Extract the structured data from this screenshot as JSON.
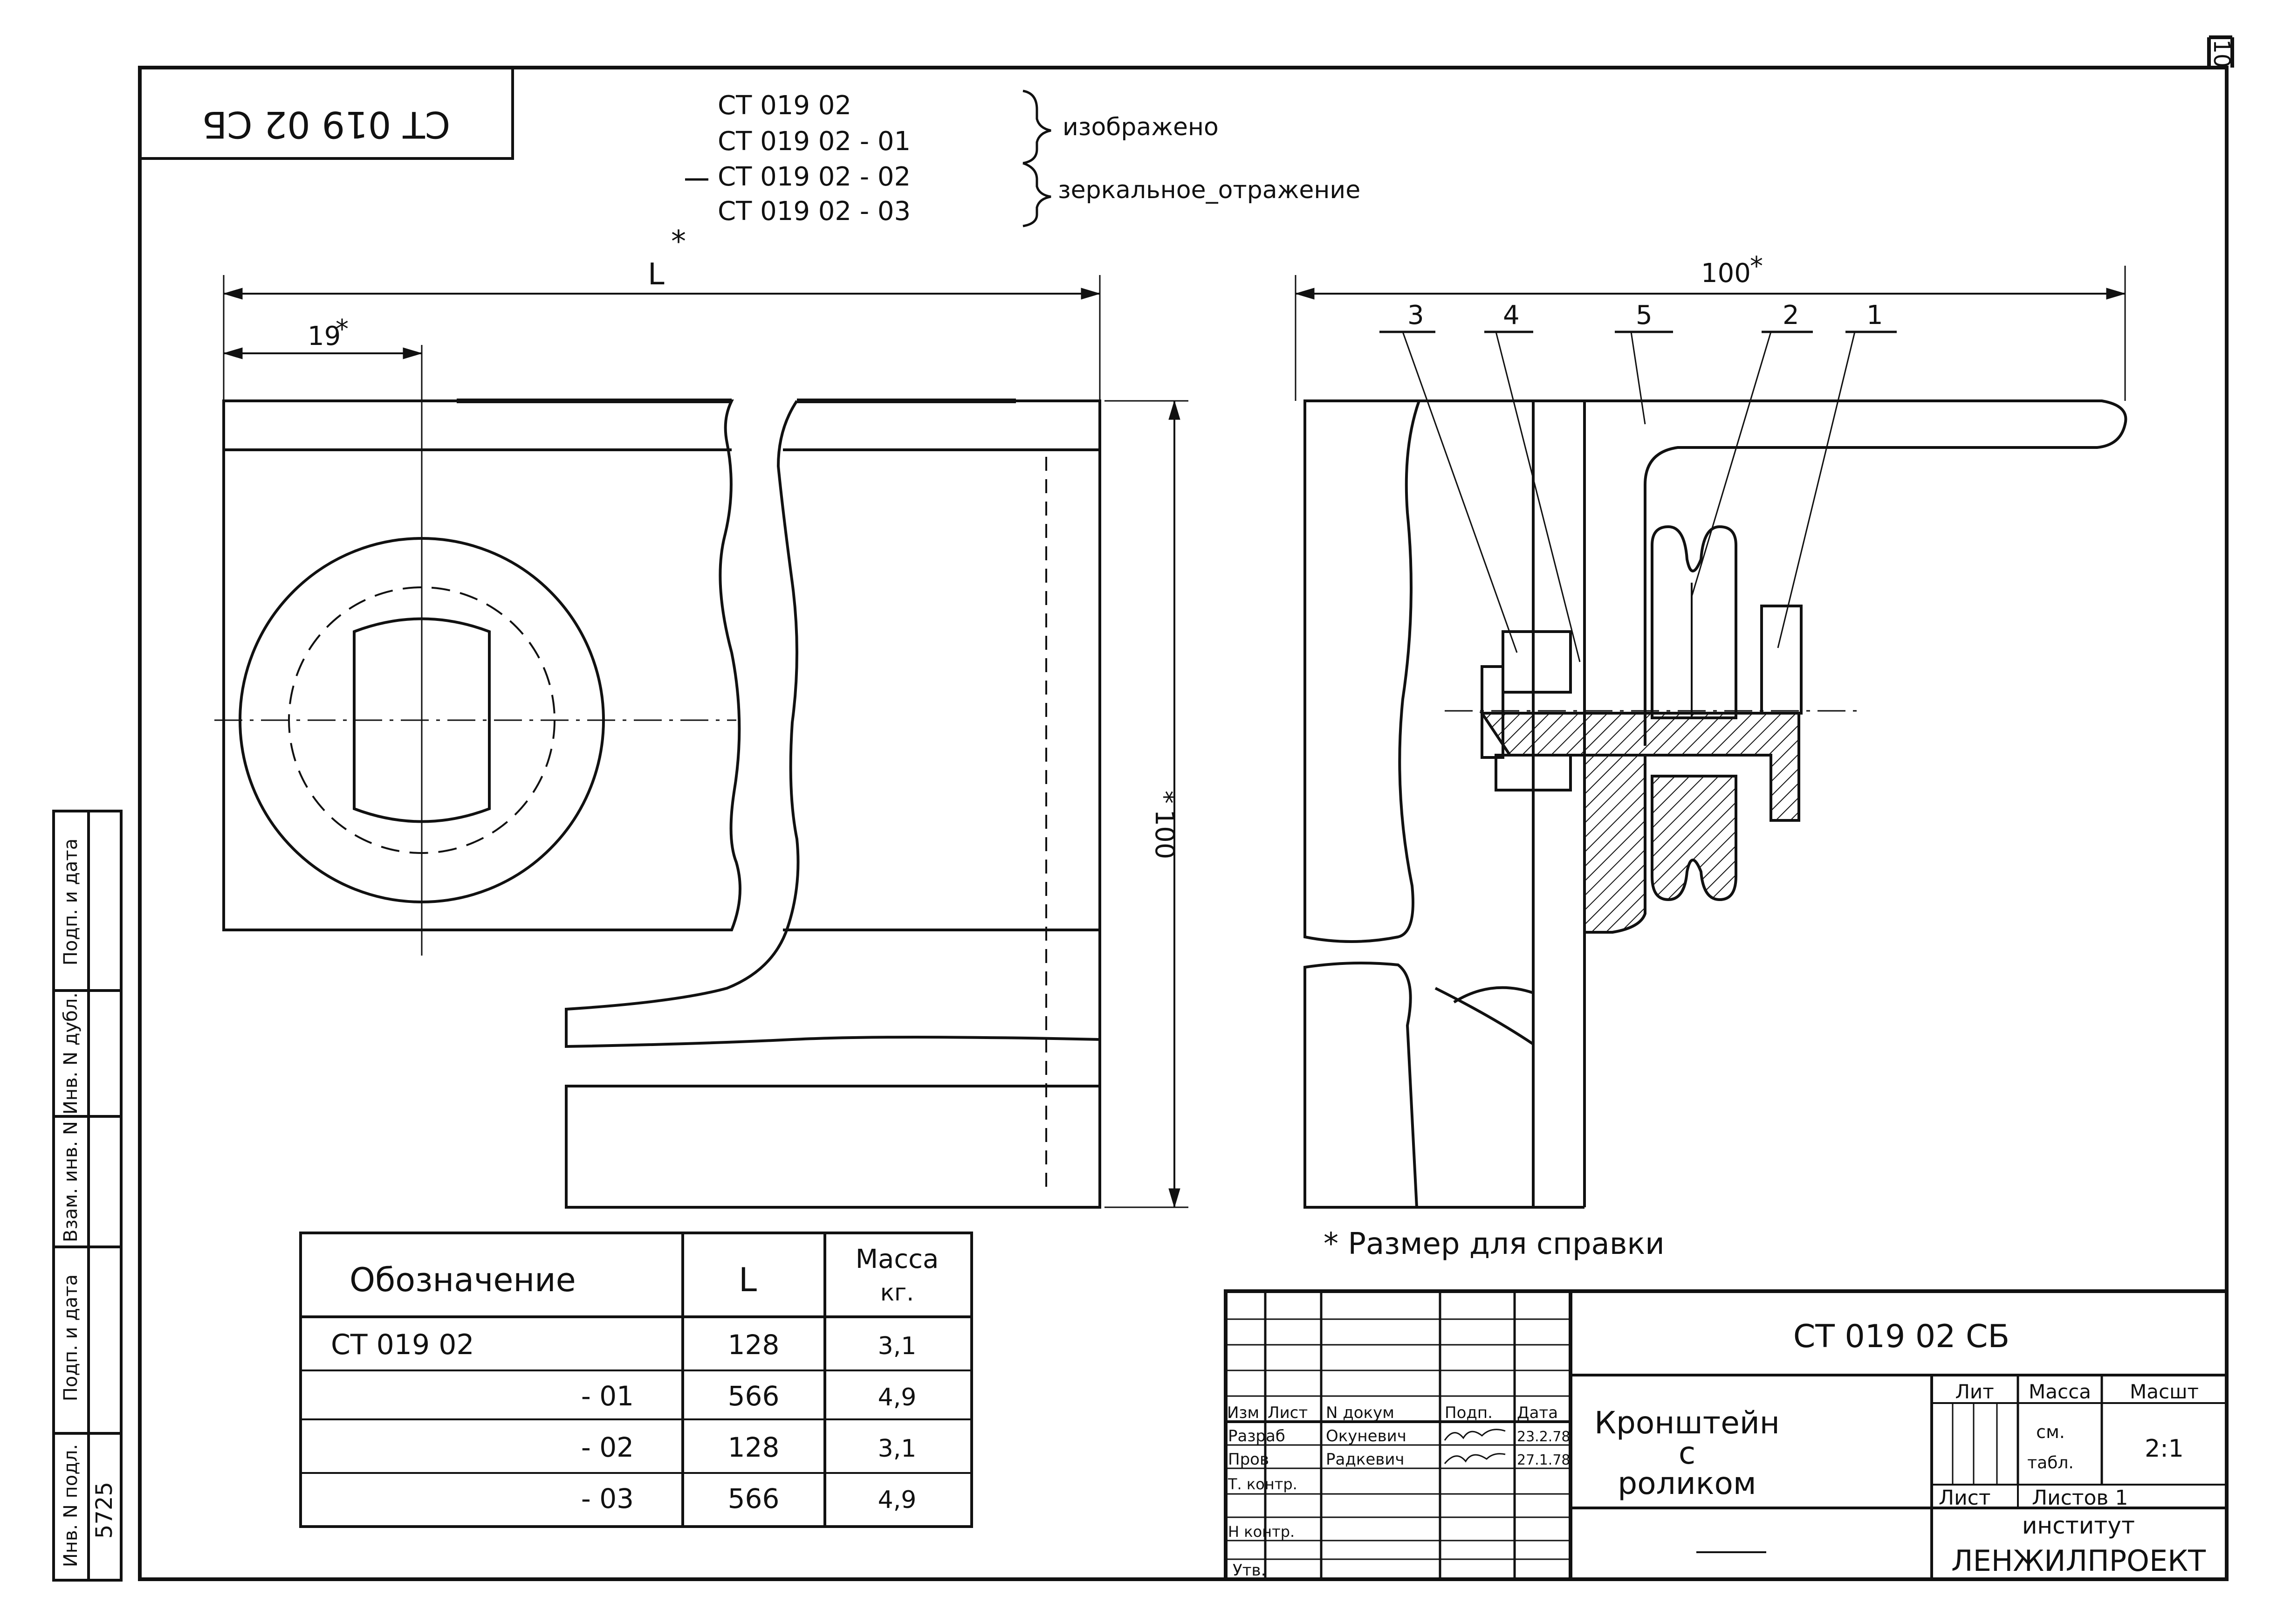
{
  "page_number": "10",
  "stamp_code": "СТ 019 02 СБ",
  "variants": {
    "lines": [
      "СТ   019   02",
      "СТ   019   02  -  01",
      "СТ   019   02  -  02",
      "СТ   019   02  -  03"
    ],
    "shown": "изображено",
    "mirror": "зеркальное_отражение"
  },
  "dims": {
    "length": "L",
    "length_star": "*",
    "offset": "19",
    "height": "100",
    "width": "100",
    "star": "*"
  },
  "callouts": [
    "3",
    "4",
    "5",
    "2",
    "1"
  ],
  "note": "* Размер   для   справки",
  "variants_table": {
    "headers": [
      "Обозначение",
      "L",
      "Масса",
      "кг."
    ],
    "rows": [
      [
        "СТ 019 02",
        "128",
        "3,1"
      ],
      [
        "- 01",
        "566",
        "4,9"
      ],
      [
        "- 02",
        "128",
        "3,1"
      ],
      [
        "- 03",
        "566",
        "4,9"
      ]
    ]
  },
  "side_stamp": {
    "labels": [
      "Инв. N подл.",
      "Подп. и дата",
      "Взам. инв. N",
      "Инв. N дубл.",
      "Подп. и дата"
    ],
    "inv_value": "5725"
  },
  "title_block": {
    "designation": "СТ   019   02   СБ",
    "name_lines": [
      "Кронштейн",
      "с",
      "роликом"
    ],
    "col_headers": [
      "Изм",
      "Лист",
      "N докум",
      "Подп.",
      "Дата"
    ],
    "roles": [
      "Разраб",
      "Пров",
      "Т. контр.",
      "Н контр.",
      "Утв."
    ],
    "people": [
      "Окуневич",
      "Радкевич"
    ],
    "dates": [
      "23.2.78",
      "27.1.78"
    ],
    "lit_label": "Лит",
    "mass_label": "Масса",
    "scale_label": "Масшт",
    "mass_value": [
      "см.",
      "табл."
    ],
    "scale_value": "2:1",
    "sheet_label": "Лист",
    "sheets_label": "Листов 1",
    "institute": "институт",
    "org": "ЛЕНЖИЛПРОЕКТ"
  }
}
